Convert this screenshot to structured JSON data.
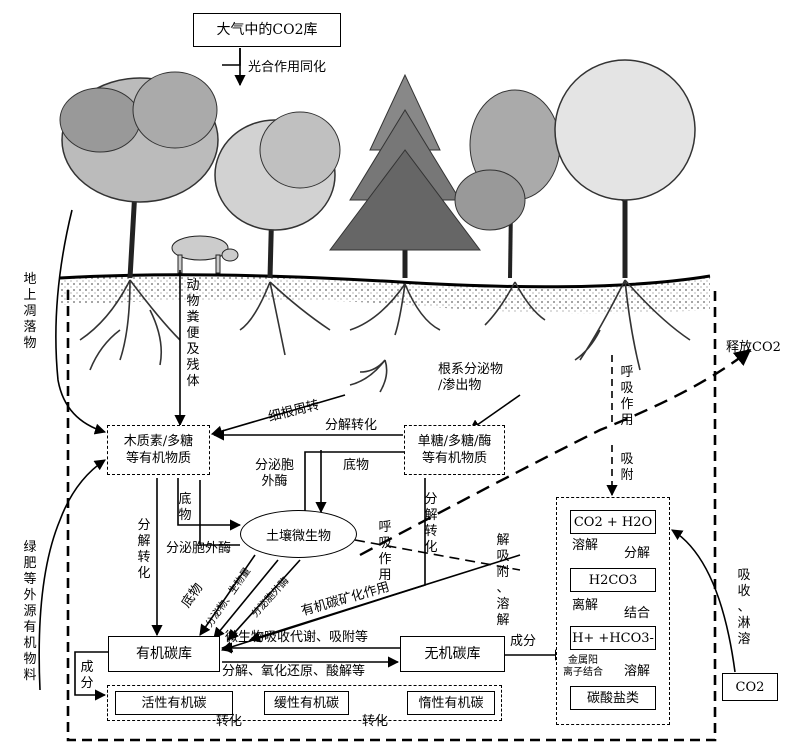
{
  "boxes": {
    "atm_co2": "大气中的CO2库",
    "lignin": "木质素/多糖\n等有机物质",
    "sugar": "单糖/多糖/酶\n等有机物质",
    "microbe": "土壤微生物",
    "organic_c": "有机碳库",
    "inorganic_c": "无机碳库",
    "active_c": "活性有机碳",
    "slow_c": "缓性有机碳",
    "inert_c": "惰性有机碳",
    "co2_h2o": "CO2 + H2O",
    "h2co3": "H2CO3",
    "ions": "H+ +HCO3-",
    "carbonate": "碳酸盐类",
    "co2_right": "CO2"
  },
  "labels": {
    "photosynthesis": "光合作用同化",
    "litter": "地上凋落物",
    "manure": "动物粪便及残体",
    "root_exudate": "根系分泌物\n/渗出物",
    "release_co2": "释放CO2",
    "respiration_top": "呼吸作用",
    "adsorb": "吸附",
    "fine_root": "细根周转",
    "decompose_transform_top": "分解转化",
    "secrete_enzyme": "分泌胞\n外酶",
    "substrate_mid": "底物",
    "substrate_left": "底物",
    "decompose_transform_left": "分解转化",
    "secrete_enzyme_left": "分泌胞外酶",
    "decompose_transform_right": "分解转化",
    "respiration_mid": "呼吸作用",
    "desorb_dissolve": "解吸附、溶解",
    "green_manure": "绿肥等外源有机物料",
    "substrate_diag": "底物",
    "secreta_biomass": "分泌物、生物量",
    "secrete_exo": "分泌胞外酶",
    "mineralization": "有机碳矿化作用",
    "component_right": "成分",
    "microbe_absorb": "微生物吸收代谢、吸附等",
    "decompose_redox": "分解、氧化还原、酸解等",
    "component_left": "成分",
    "transform_1": "转化",
    "transform_2": "转化",
    "dissolve_1": "溶解",
    "decompose_1": "分解",
    "ionize": "离解",
    "combine": "结合",
    "metal_ion": "金属阳\n离子结合",
    "dissolve_2": "溶解",
    "absorb_leach": "吸收、淋溶"
  }
}
